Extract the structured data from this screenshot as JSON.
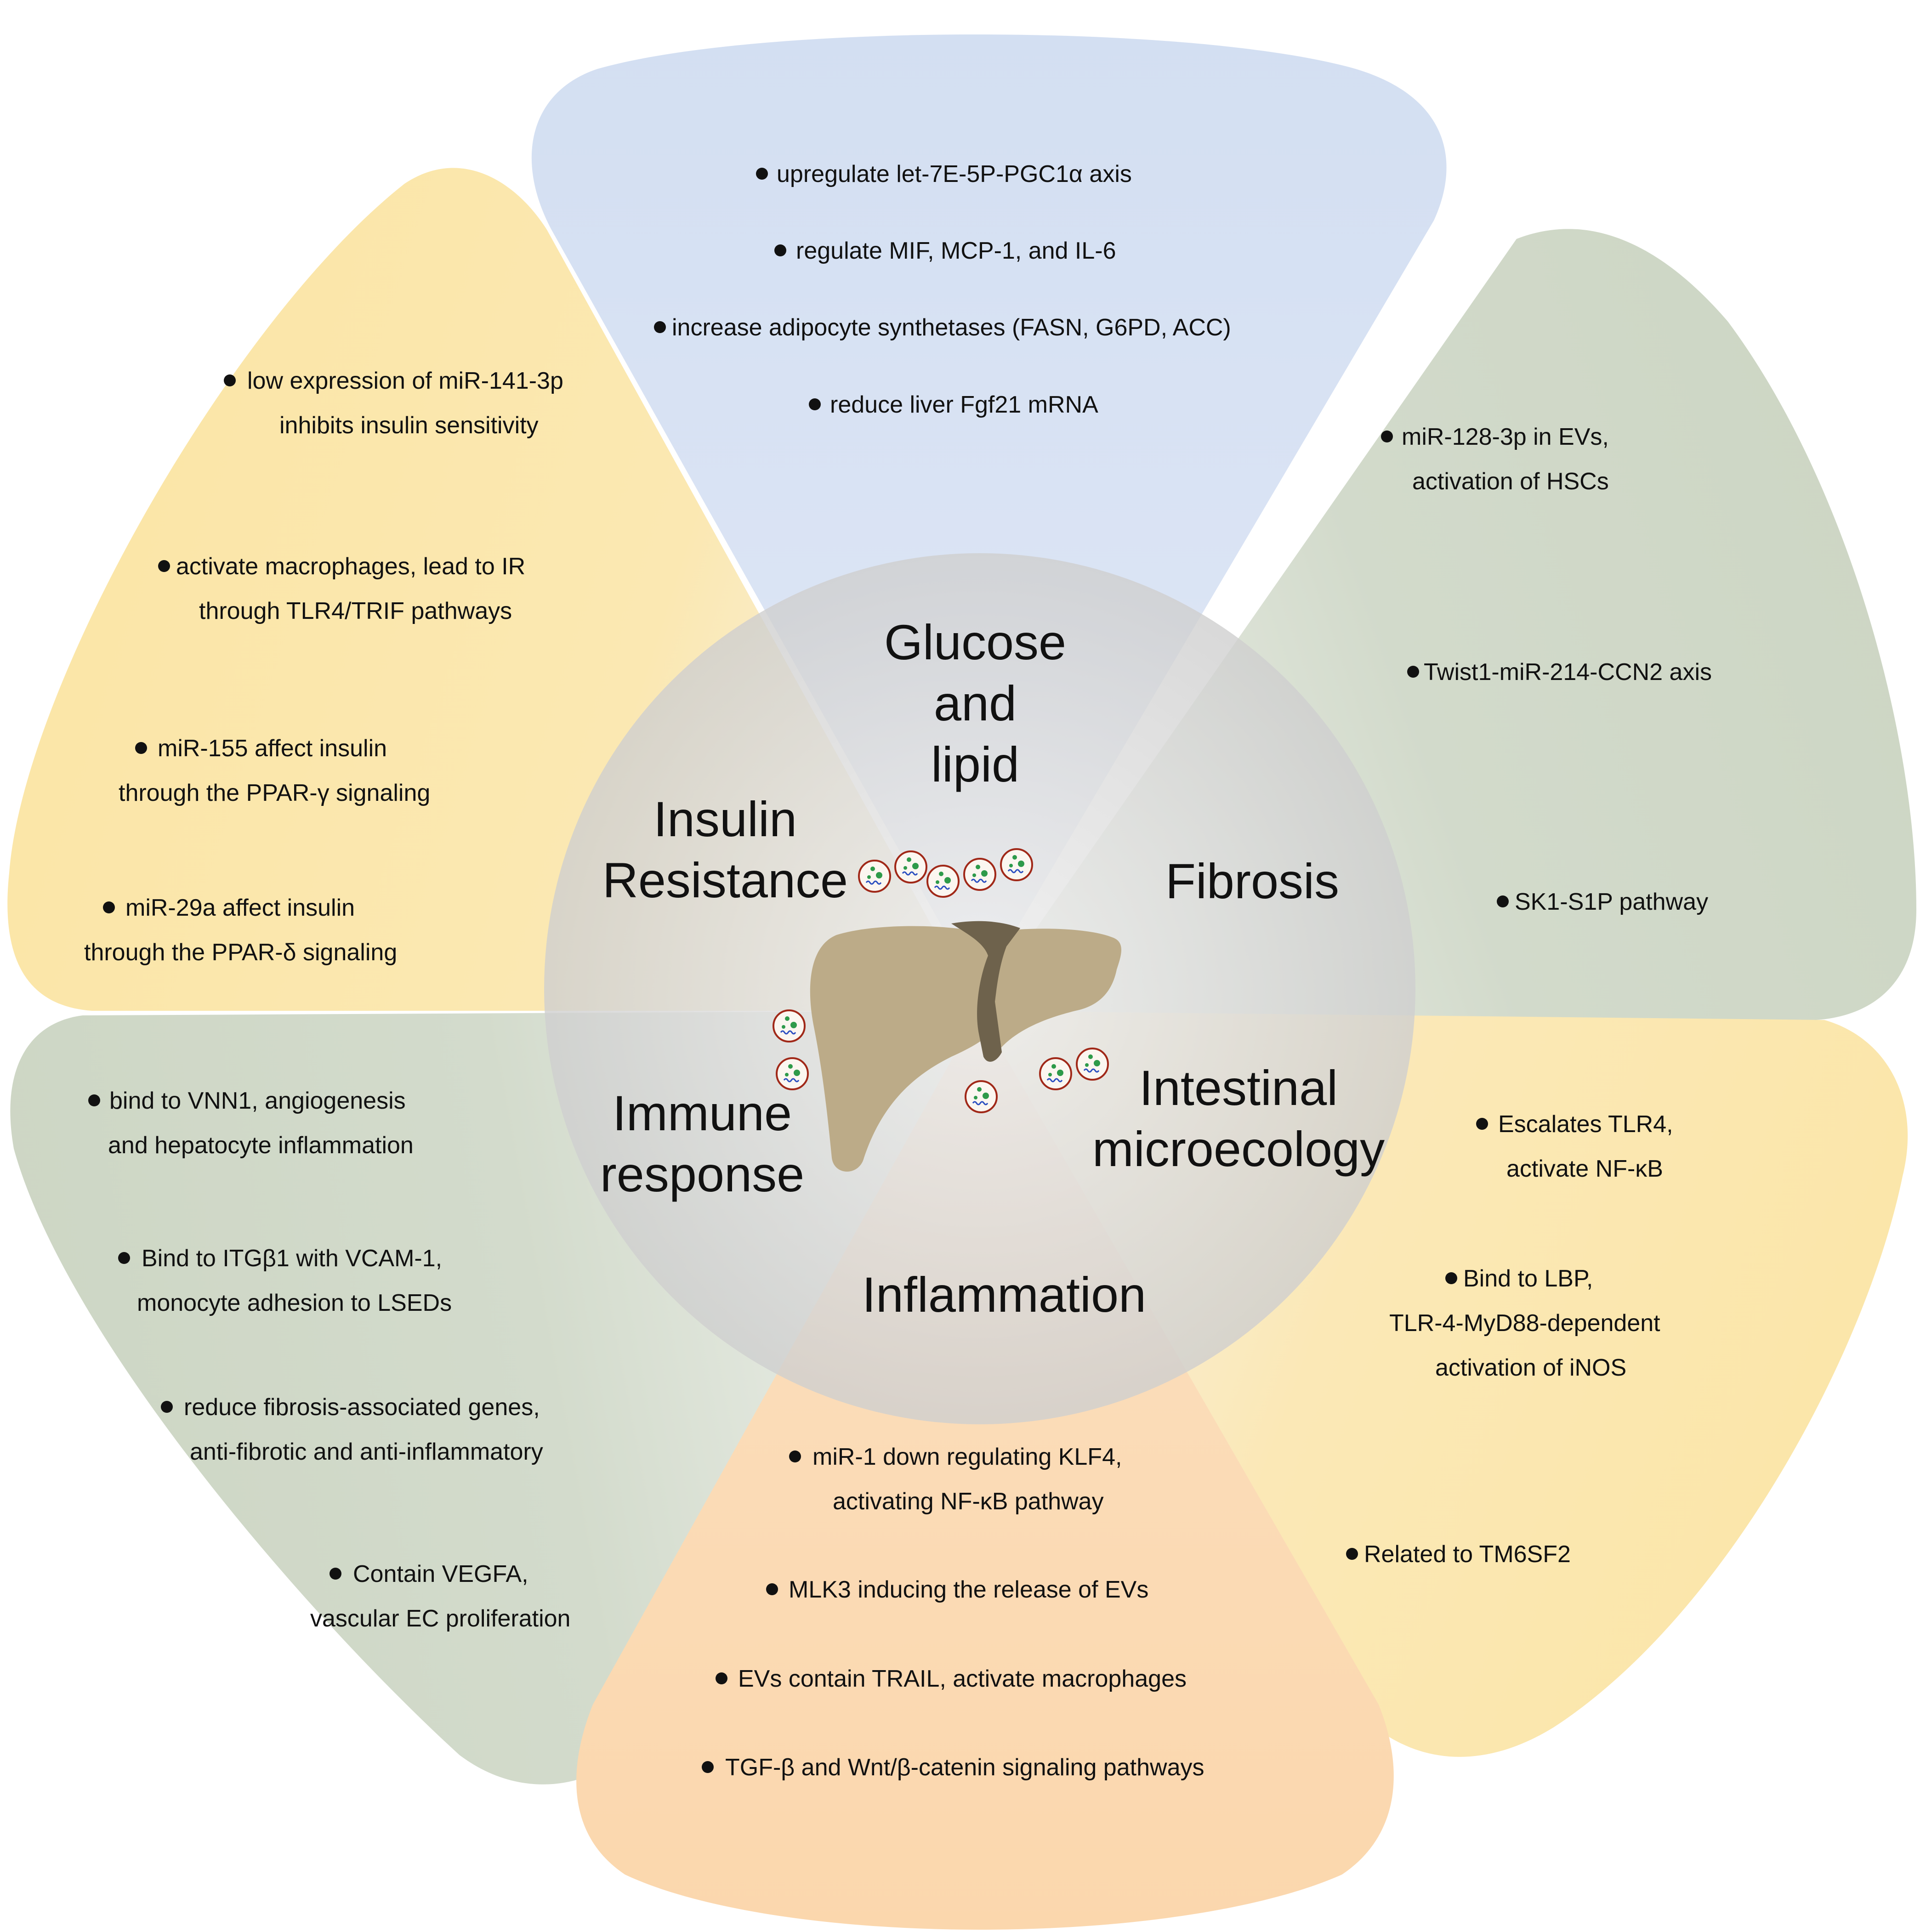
{
  "colors": {
    "blue_petal": "#d3dff2",
    "yellow_petal": "#fbe6a8",
    "green_petal": "#cdd6c4",
    "orange_petal": "#fbd7ad",
    "center_circle": "#d7d7d7",
    "liver": "#bcab88",
    "liver_dark": "#6e624c",
    "vesicle_border": "#a02818",
    "vesicle_dot": "#2e9a4a",
    "vesicle_text": "#2a4ec0"
  },
  "center_labels": {
    "glucose": [
      "Glucose",
      "and",
      "lipid"
    ],
    "insulin": [
      "Insulin",
      "Resistance"
    ],
    "fibrosis": [
      "Fibrosis"
    ],
    "immune": [
      "Immune",
      "response"
    ],
    "intestinal": [
      "Intestinal",
      "microecology"
    ],
    "inflammation": [
      "Inflammation"
    ]
  },
  "petals": {
    "top": {
      "items": [
        [
          "upregulate let-7E-5P-PGC1α axis"
        ],
        [
          "regulate MIF, MCP-1, and IL-6"
        ],
        [
          "increase adipocyte synthetases (FASN, G6PD, ACC)"
        ],
        [
          "reduce liver Fgf21 mRNA"
        ]
      ]
    },
    "upper_left": {
      "items": [
        [
          "low expression of miR-141-3p",
          "inhibits insulin sensitivity"
        ],
        [
          "activate macrophages, lead to IR",
          "through TLR4/TRIF pathways"
        ],
        [
          "miR-155 affect insulin",
          "through the PPAR-γ signaling"
        ],
        [
          "miR-29a affect insulin",
          "through the PPAR-δ signaling"
        ]
      ]
    },
    "upper_right": {
      "items": [
        [
          "miR-128-3p in EVs,",
          "activation of HSCs"
        ],
        [
          "Twist1-miR-214-CCN2 axis"
        ],
        [
          "SK1-S1P pathway"
        ]
      ]
    },
    "lower_left": {
      "items": [
        [
          "bind to VNN1, angiogenesis",
          "and hepatocyte inflammation"
        ],
        [
          "Bind to ITGβ1 with VCAM-1,",
          "monocyte adhesion to LSEDs"
        ],
        [
          "reduce fibrosis-associated genes,",
          "anti-fibrotic and anti-inflammatory"
        ],
        [
          "Contain VEGFA,",
          "vascular EC proliferation"
        ]
      ]
    },
    "lower_right": {
      "items": [
        [
          "Escalates TLR4,",
          "activate NF-κB"
        ],
        [
          "Bind to LBP,",
          "TLR-4-MyD88-dependent",
          "activation of iNOS"
        ],
        [
          "Related to TM6SF2"
        ]
      ]
    },
    "bottom": {
      "items": [
        [
          "miR-1 down regulating KLF4,",
          "activating NF-κB pathway"
        ],
        [
          "MLK3 inducing the release of EVs"
        ],
        [
          "EVs contain TRAIL, activate macrophages"
        ],
        [
          "TGF-β and Wnt/β-catenin signaling pathways"
        ]
      ]
    }
  }
}
